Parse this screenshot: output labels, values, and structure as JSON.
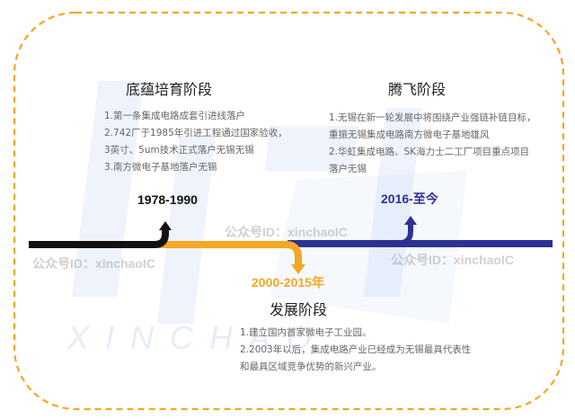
{
  "colors": {
    "border": "#f5a623",
    "black_line": "#111111",
    "orange_line": "#f5a623",
    "blue_line": "#2e3192"
  },
  "watermark": {
    "brand": "XINCHAO",
    "account_1": "公众号ID：xinchaoIC",
    "account_2": "公众号ID：xinchaoIC",
    "account_3": "公众号ID：xinchaoIC"
  },
  "stages": [
    {
      "period": "1978-1990",
      "title": "底蕴培育阶段",
      "bullets": [
        "1.第一条集成电路成套引进线落户",
        "2.742厂于1985年引进工程通过国家验收，",
        "3英寸、5um技术正式落户无锡无锡",
        "3.南方微电子基地落户无锡"
      ]
    },
    {
      "period": "2000-2015年",
      "title": "发展阶段",
      "bullets": [
        "1.建立国内首家微电子工业园。",
        "2.2003年以后，集成电路产业已经成为无锡最具代表性",
        "和最具区域竞争优势的新兴产业。"
      ]
    },
    {
      "period": "2016-至今",
      "title": "腾飞阶段",
      "bullets": [
        "1.无锡在新一轮发展中将围绕产业强链补链目标，",
        "重振无锡集成电路南方微电子基地雄风",
        "2.华虹集成电路、SK海力士二工厂项目重点项目",
        "落户无锡"
      ]
    }
  ]
}
